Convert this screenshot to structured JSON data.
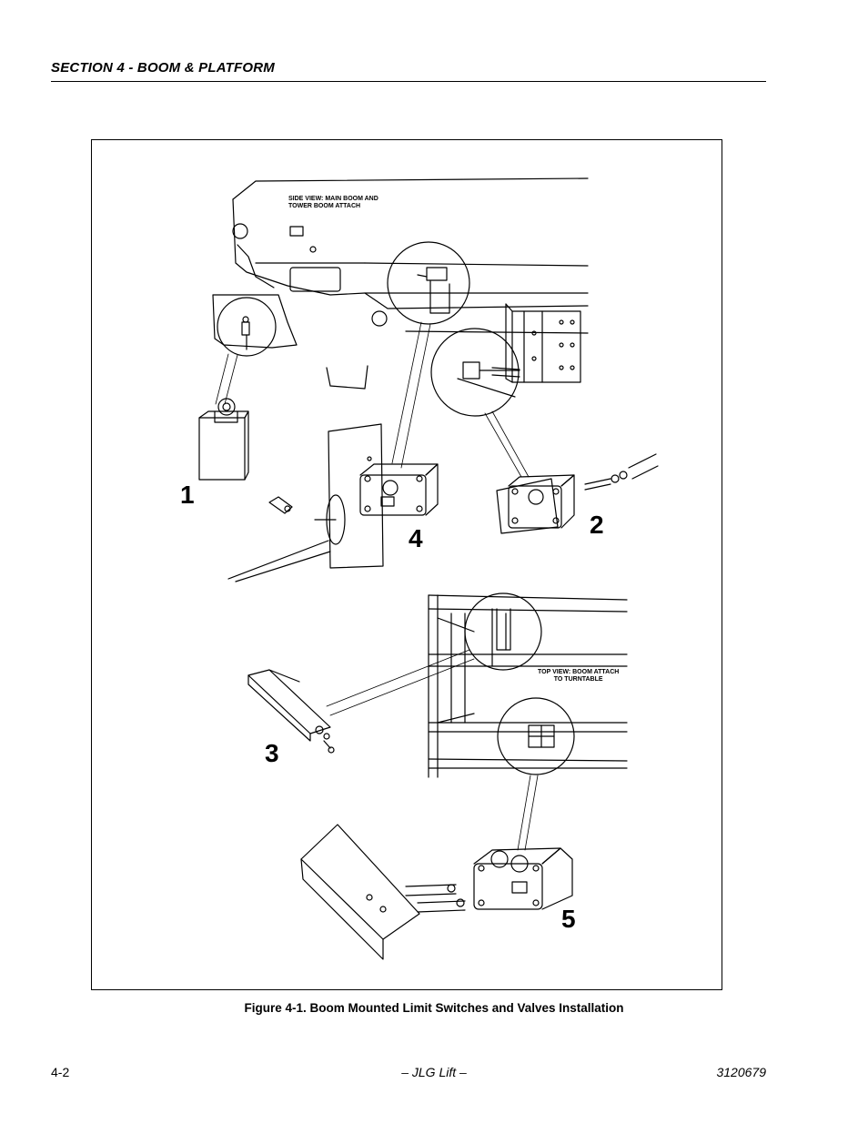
{
  "header": {
    "section_title": "SECTION 4 - BOOM & PLATFORM"
  },
  "figure": {
    "view_labels": {
      "side_view_line1": "SIDE VIEW: MAIN BOOM AND",
      "side_view_line2": "TOWER BOOM ATTACH",
      "top_view_line1": "TOP VIEW: BOOM ATTACH",
      "top_view_line2": "TO TURNTABLE"
    },
    "callouts": [
      "1",
      "2",
      "3",
      "4",
      "5"
    ],
    "caption": "Figure 4-1.  Boom Mounted Limit Switches and Valves Installation"
  },
  "footer": {
    "page_number": "4-2",
    "publisher": "– JLG Lift –",
    "document_number": "3120679"
  }
}
